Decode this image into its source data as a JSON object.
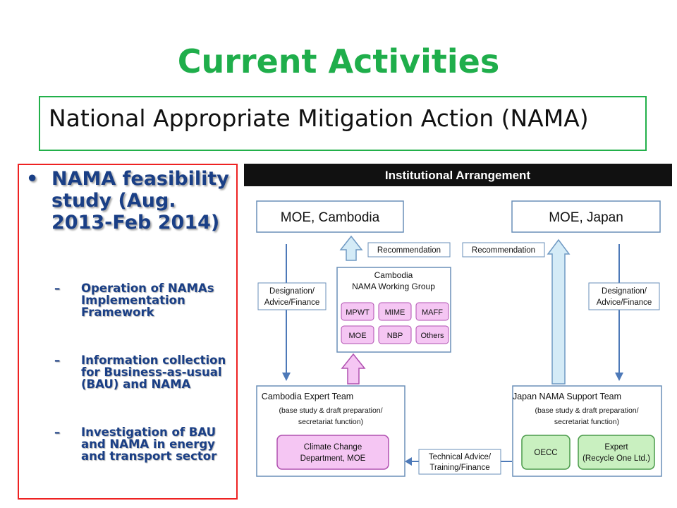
{
  "title": "Current Activities",
  "subtitle": "National Appropriate Mitigation Action (NAMA)",
  "left_panel": {
    "bullet_glyph": "•",
    "bullet": "NAMA feasibility study (Aug. 2013-Feb 2014)",
    "dash_glyph": "–",
    "subitems": [
      "Operation of NAMAs Implementation Framework",
      "Information collection for Business-as-usual (BAU) and NAMA",
      "Investigation of BAU and NAMA in energy and transport sector"
    ]
  },
  "diagram": {
    "header": "Institutional Arrangement",
    "moe_cambodia": "MOE, Cambodia",
    "moe_japan": "MOE, Japan",
    "recommendation_left": "Recommendation",
    "recommendation_right": "Recommendation",
    "wg_title_line1": "Cambodia",
    "wg_title_line2": "NAMA Working Group",
    "wg_members": [
      "MPWT",
      "MIME",
      "MAFF",
      "MOE",
      "NBP",
      "Others"
    ],
    "designation_left_line1": "Designation/",
    "designation_left_line2": "Advice/Finance",
    "designation_right_line1": "Designation/",
    "designation_right_line2": "Advice/Finance",
    "cet_title": "Cambodia Expert Team",
    "cet_sub1": "(base study & draft preparation/",
    "cet_sub2": "secretariat function)",
    "ccd_line1": "Climate Change",
    "ccd_line2": "Department, MOE",
    "jnst_title": "Japan NAMA  Support Team",
    "jnst_sub1": "(base study & draft preparation/",
    "jnst_sub2": "secretariat function)",
    "oecc": "OECC",
    "expert_line1": "Expert",
    "expert_line2": "(Recycle One Ltd.)",
    "tech_line1": "Technical Advice/",
    "tech_line2": "Training/Finance",
    "colors": {
      "arrow_blue": "#d4ebf7",
      "arrow_blue_stroke": "#6f99c3",
      "pink_fill": "#f5c6f3",
      "pink_stroke": "#b050b0",
      "green_fill": "#c9f0c0",
      "green_stroke": "#4a9a4a",
      "box_stroke": "#6a8fb8"
    }
  }
}
